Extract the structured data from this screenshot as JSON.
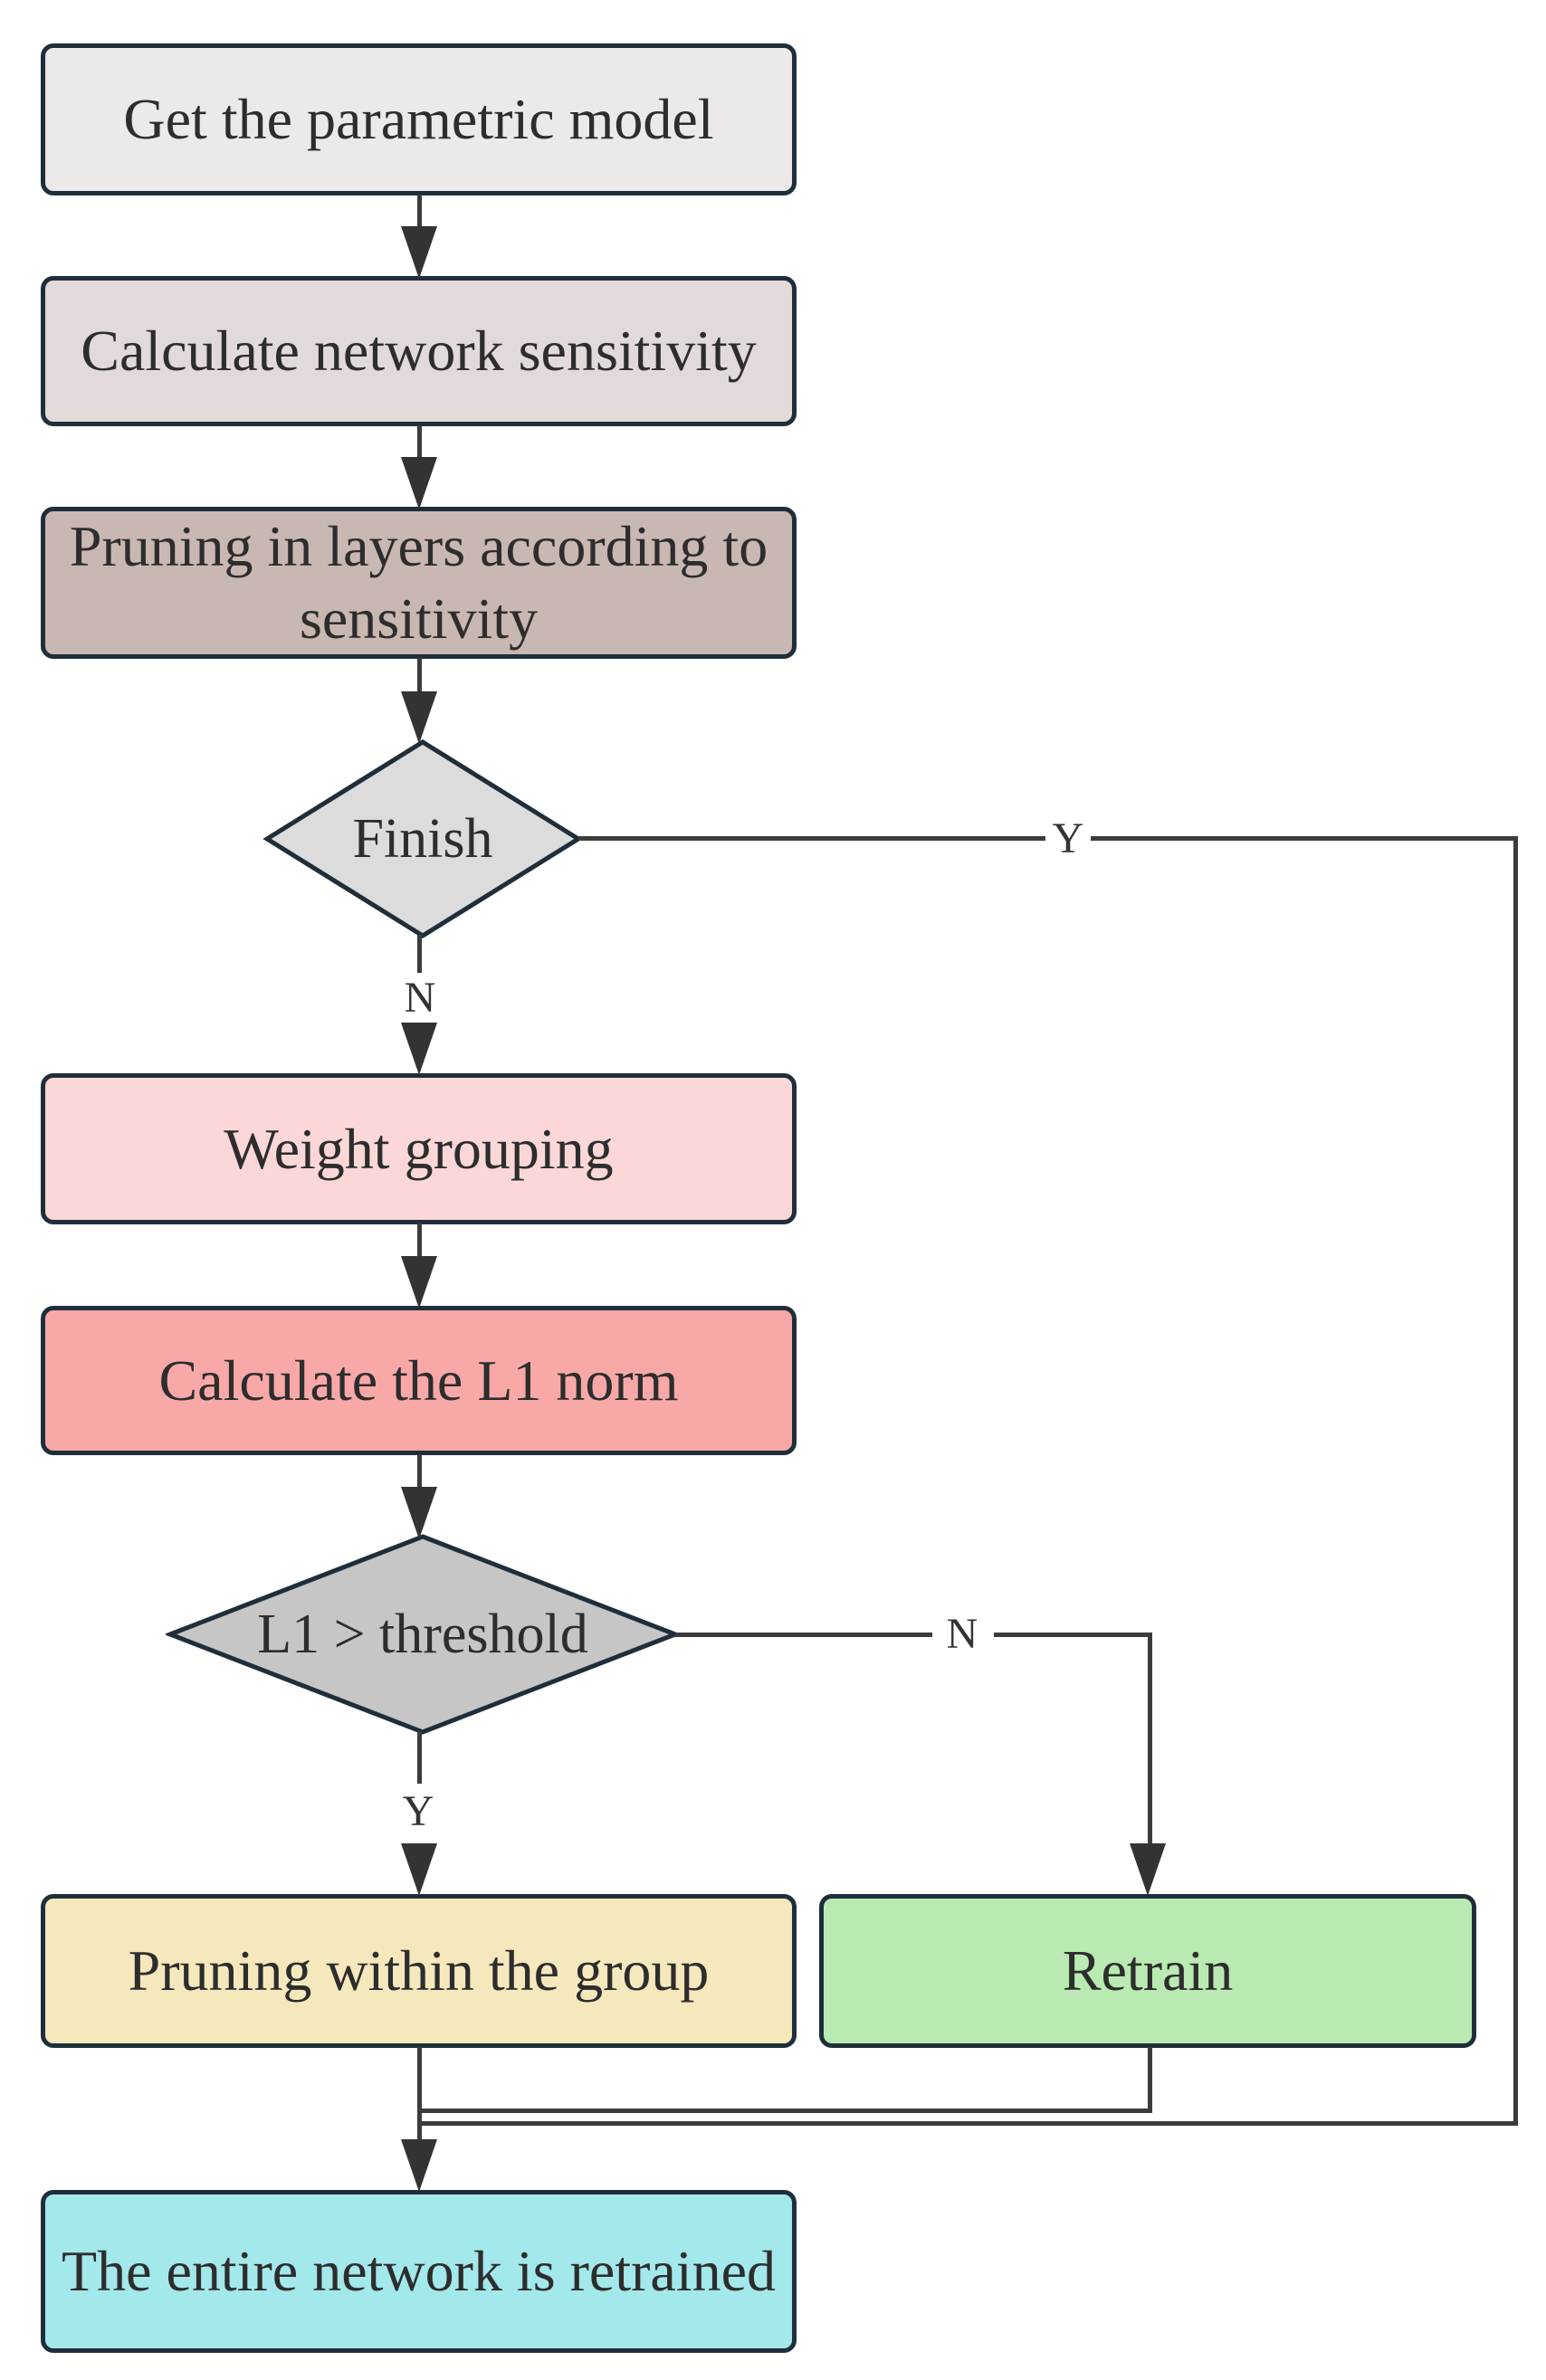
{
  "diagram": {
    "type": "flowchart",
    "nodes": [
      {
        "id": "get-model",
        "shape": "rect",
        "label": "Get the parametric model",
        "fill": "#ece9e8"
      },
      {
        "id": "calc-sensitivity",
        "shape": "rect",
        "label": "Calculate network sensitivity",
        "fill": "#e2dad8"
      },
      {
        "id": "prune-layers",
        "shape": "rect",
        "label": "Pruning in layers according to sensitivity",
        "fill": "#c9b7b2"
      },
      {
        "id": "finish",
        "shape": "diamond",
        "label": "Finish",
        "fill": "#dcdcdc"
      },
      {
        "id": "weight-grouping",
        "shape": "rect",
        "label": "Weight grouping",
        "fill": "#fcd7d7"
      },
      {
        "id": "calc-l1-norm",
        "shape": "rect",
        "label": "Calculate the L1 norm",
        "fill": "#f9a8a8"
      },
      {
        "id": "l1-threshold",
        "shape": "diamond",
        "label": "L1 > threshold",
        "fill": "#c6c6c6"
      },
      {
        "id": "prune-group",
        "shape": "rect",
        "label": "Pruning within the group",
        "fill": "#f5e8bc"
      },
      {
        "id": "retrain",
        "shape": "rect",
        "label": "Retrain",
        "fill": "#b9eab1"
      },
      {
        "id": "network-retrained",
        "shape": "rect",
        "label": "The entire network is retrained",
        "fill": "#a3e8ea"
      }
    ],
    "edge_labels": [
      {
        "id": "finish-yes",
        "text": "Y"
      },
      {
        "id": "finish-no",
        "text": "N"
      },
      {
        "id": "l1-no",
        "text": "N"
      },
      {
        "id": "l1-yes",
        "text": "Y"
      }
    ],
    "colors": {
      "node_border": "#1f2e3b",
      "connector": "#3c3c3c",
      "text": "#2d2d2d"
    }
  }
}
